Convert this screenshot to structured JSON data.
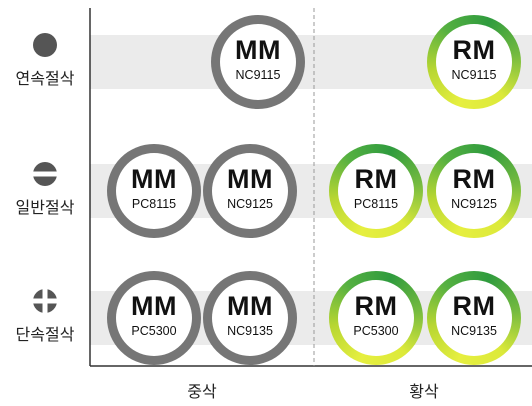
{
  "chart_data": {
    "type": "table",
    "columns": [
      "중삭",
      "황삭"
    ],
    "rows": [
      {
        "label": "연속절삭",
        "icon": "continuous-cutting-icon",
        "cells": [
          [
            {
              "grade": "MM",
              "code": "NC9115"
            }
          ],
          [
            {
              "grade": "RM",
              "code": "NC9115"
            }
          ]
        ]
      },
      {
        "label": "일반절삭",
        "icon": "general-cutting-icon",
        "cells": [
          [
            {
              "grade": "MM",
              "code": "PC8115"
            },
            {
              "grade": "MM",
              "code": "NC9125"
            }
          ],
          [
            {
              "grade": "RM",
              "code": "PC8115"
            },
            {
              "grade": "RM",
              "code": "NC9125"
            }
          ]
        ]
      },
      {
        "label": "단속절삭",
        "icon": "interrupted-cutting-icon",
        "cells": [
          [
            {
              "grade": "MM",
              "code": "PC5300"
            },
            {
              "grade": "MM",
              "code": "NC9135"
            }
          ],
          [
            {
              "grade": "RM",
              "code": "PC5300"
            },
            {
              "grade": "RM",
              "code": "NC9135"
            }
          ]
        ]
      }
    ],
    "grid": false
  },
  "colors": {
    "mm_ring": "#767676",
    "rm_ring_light": "#e6ef3f",
    "rm_ring_dark": "#2f9b3e",
    "row_band": "#ebebeb",
    "icon": "#555555"
  }
}
